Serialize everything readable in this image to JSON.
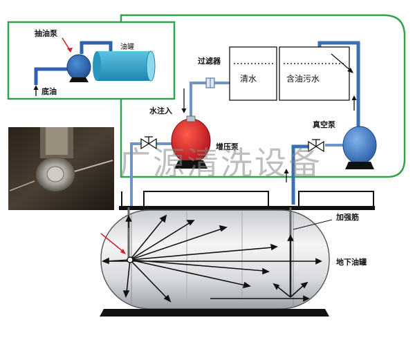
{
  "inset": {
    "pump_label": "抽油泵",
    "tank_label": "油罐",
    "bottom_oil_label": "底油"
  },
  "labels": {
    "filter": "过滤器",
    "water_in": "水注入",
    "booster_pump": "增压泵",
    "vacuum_pump": "真空泵",
    "rib": "加强筋",
    "underground_tank": "地下油罐"
  },
  "tanks": {
    "clean_water": "清水",
    "oily_water": "含油污水"
  },
  "watermark": "广源清洗设备",
  "colors": {
    "frame_green": "#2ea34a",
    "pipe_blue": "#4a78b8",
    "pump_red": "#d0202a",
    "pump_blue": "#3f7cc9",
    "tank_cyan": "#37a6c9"
  }
}
